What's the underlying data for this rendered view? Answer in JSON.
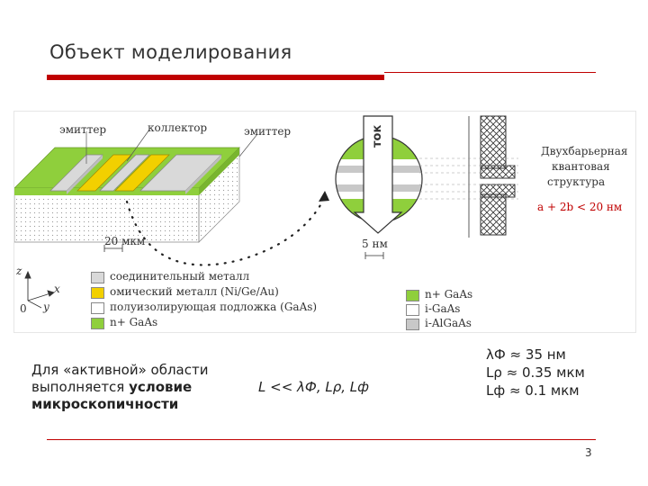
{
  "slide": {
    "title": "Объект моделирования",
    "page_number": "3"
  },
  "figure": {
    "labels": {
      "emitter_left": "эмиттер",
      "collector": "коллектор",
      "emitter_right": "эмиттер",
      "scale_left": "20 мкм",
      "current": "ток",
      "scale_right": "5 нм",
      "structure_line1": "Двухбарьерная",
      "structure_line2": "квантовая",
      "structure_line3": "структура",
      "condition": "a + 2b < 20 нм",
      "axis_z": "z",
      "axis_x": "x",
      "axis_y": "y",
      "axis_origin": "0"
    },
    "legend_left": [
      {
        "label": "соединительный металл",
        "color": "#d9d9d9"
      },
      {
        "label": "омический металл (Ni/Ge/Au)",
        "color": "#f2d000"
      },
      {
        "label": "полуизолирующая подложка (GaAs)",
        "color": "#ffffff"
      },
      {
        "label": "n+ GaAs",
        "color": "#8fcf3c"
      }
    ],
    "legend_right": [
      {
        "label": "n+ GaAs",
        "color": "#8fcf3c"
      },
      {
        "label": "i-GaAs",
        "color": "#ffffff"
      },
      {
        "label": "i-AlGaAs",
        "color": "#c8c8c8"
      }
    ]
  },
  "note": {
    "line1": "Для «активной» области",
    "line2_plain": "выполняется ",
    "line2_bold": "условие",
    "line3_bold": "микроскопичности"
  },
  "formula": "L << λФ, Lρ, Lф",
  "values": {
    "line1": "λФ ≈ 35 нм",
    "line2": "Lρ ≈ 0.35 мкм",
    "line3": "Lф  ≈ 0.1 мкм"
  },
  "colors": {
    "accent": "#c00000",
    "green": "#8fcf3c",
    "yellow": "#f2d000",
    "metal": "#d9d9d9",
    "barrier": "#c8c8c8"
  }
}
